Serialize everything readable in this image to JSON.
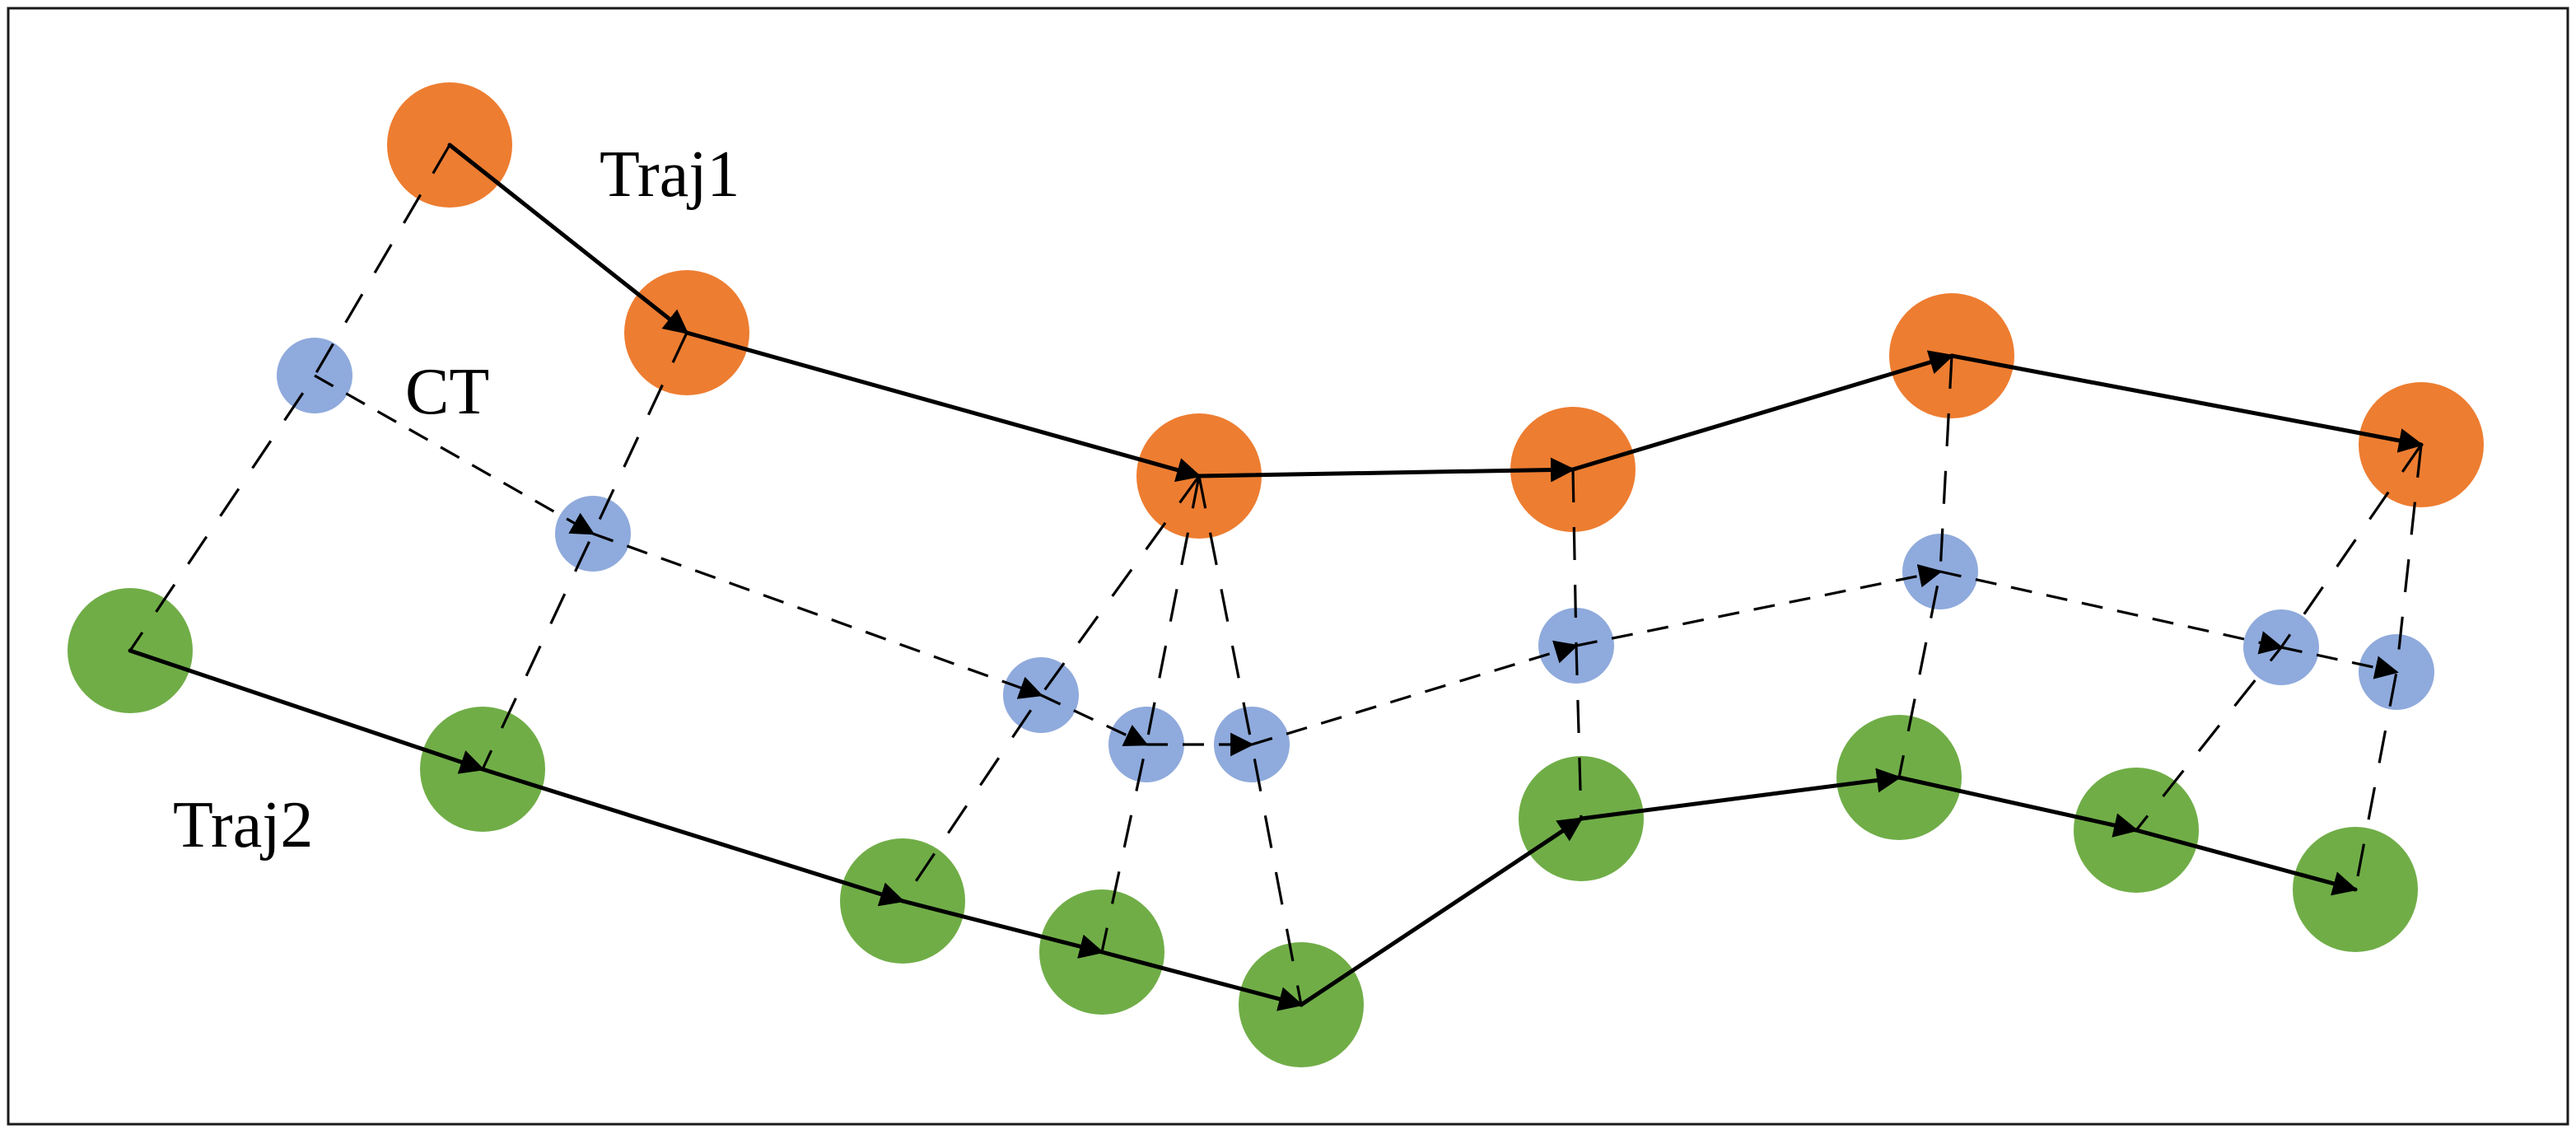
{
  "labels": {
    "traj1": "Traj1",
    "traj2": "Traj2",
    "ct": "CT"
  },
  "colors": {
    "traj1_node": "#ED7D31",
    "traj2_node": "#70AD47",
    "ct_node": "#8FAADC",
    "line": "#000000"
  },
  "legend_items": [
    "traj1",
    "traj2",
    "ct"
  ]
}
